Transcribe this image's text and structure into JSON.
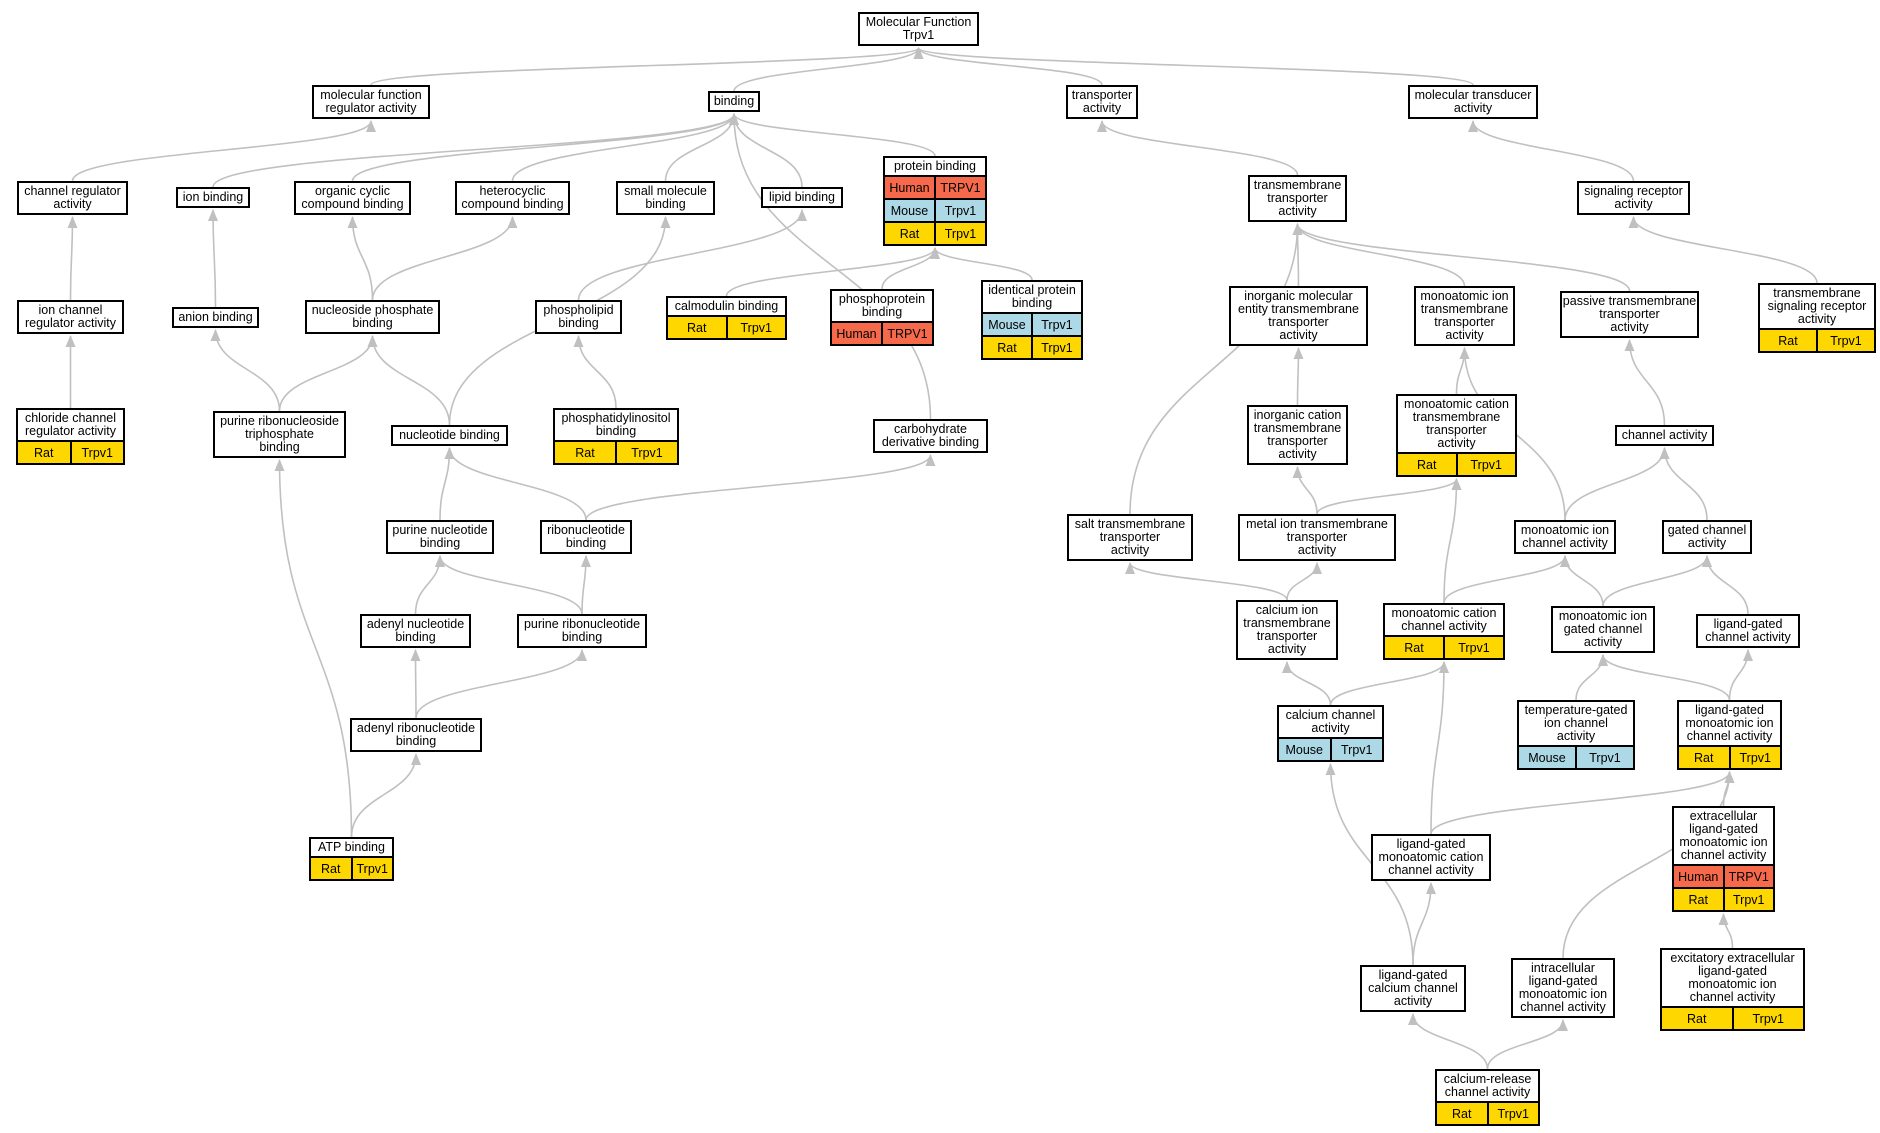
{
  "graph": {
    "colors": {
      "edge": "#c0c0c0",
      "rat": "#ffd700",
      "mouse": "#add8e6",
      "human": "#f66a4b"
    },
    "nodes": {
      "mf": {
        "lines": [
          "Molecular Function",
          "Trpv1"
        ]
      },
      "mfr": {
        "lines": [
          "molecular function",
          "regulator activity"
        ]
      },
      "binding": {
        "lines": [
          "binding"
        ]
      },
      "transporter": {
        "lines": [
          "transporter",
          "activity"
        ]
      },
      "transducer": {
        "lines": [
          "molecular transducer",
          "activity"
        ]
      },
      "chreg": {
        "lines": [
          "channel regulator",
          "activity"
        ]
      },
      "ionbind": {
        "lines": [
          "ion binding"
        ]
      },
      "orgcyc": {
        "lines": [
          "organic cyclic",
          "compound binding"
        ]
      },
      "hetcyc": {
        "lines": [
          "heterocyclic",
          "compound binding"
        ]
      },
      "smallmol": {
        "lines": [
          "small molecule",
          "binding"
        ]
      },
      "lipid": {
        "lines": [
          "lipid binding"
        ]
      },
      "protbind": {
        "lines": [
          "protein binding"
        ],
        "rows": [
          [
            "Human",
            "TRPV1"
          ],
          [
            "Mouse",
            "Trpv1"
          ],
          [
            "Rat",
            "Trpv1"
          ]
        ]
      },
      "tmtrans": {
        "lines": [
          "transmembrane",
          "transporter",
          "activity"
        ]
      },
      "sigrec": {
        "lines": [
          "signaling receptor",
          "activity"
        ]
      },
      "ionchreg": {
        "lines": [
          "ion channel",
          "regulator activity"
        ]
      },
      "anion": {
        "lines": [
          "anion binding"
        ]
      },
      "nucphos": {
        "lines": [
          "nucleoside phosphate",
          "binding"
        ]
      },
      "phospholipid": {
        "lines": [
          "phospholipid",
          "binding"
        ]
      },
      "calmod": {
        "lines": [
          "calmodulin binding"
        ],
        "rows": [
          [
            "Rat",
            "Trpv1"
          ]
        ]
      },
      "phosprot": {
        "lines": [
          "phosphoprotein",
          "binding"
        ],
        "rows": [
          [
            "Human",
            "TRPV1"
          ]
        ]
      },
      "identprot": {
        "lines": [
          "identical protein",
          "binding"
        ],
        "rows": [
          [
            "Mouse",
            "Trpv1"
          ],
          [
            "Rat",
            "Trpv1"
          ]
        ]
      },
      "inorgmol": {
        "lines": [
          "inorganic molecular",
          "entity transmembrane",
          "transporter",
          "activity"
        ]
      },
      "monoion_tm": {
        "lines": [
          "monoatomic ion",
          "transmembrane",
          "transporter",
          "activity"
        ]
      },
      "passive": {
        "lines": [
          "passive transmembrane",
          "transporter",
          "activity"
        ]
      },
      "tmsigrec": {
        "lines": [
          "transmembrane",
          "signaling receptor",
          "activity"
        ],
        "rows": [
          [
            "Rat",
            "Trpv1"
          ]
        ]
      },
      "chlchreg": {
        "lines": [
          "chloride channel",
          "regulator activity"
        ],
        "rows": [
          [
            "Rat",
            "Trpv1"
          ]
        ]
      },
      "purribtri": {
        "lines": [
          "purine ribonucleoside",
          "triphosphate",
          "binding"
        ]
      },
      "nucleotide": {
        "lines": [
          "nucleotide binding"
        ]
      },
      "phosinos": {
        "lines": [
          "phosphatidylinositol",
          "binding"
        ],
        "rows": [
          [
            "Rat",
            "Trpv1"
          ]
        ]
      },
      "carbderiv": {
        "lines": [
          "carbohydrate",
          "derivative binding"
        ]
      },
      "inorgcat": {
        "lines": [
          "inorganic cation",
          "transmembrane",
          "transporter",
          "activity"
        ]
      },
      "monocat_tm": {
        "lines": [
          "monoatomic cation",
          "transmembrane",
          "transporter",
          "activity"
        ],
        "rows": [
          [
            "Rat",
            "Trpv1"
          ]
        ]
      },
      "chanact": {
        "lines": [
          "channel activity"
        ]
      },
      "purnuc": {
        "lines": [
          "purine nucleotide",
          "binding"
        ]
      },
      "ribonuc": {
        "lines": [
          "ribonucleotide",
          "binding"
        ]
      },
      "salttm": {
        "lines": [
          "salt transmembrane",
          "transporter",
          "activity"
        ]
      },
      "metalion": {
        "lines": [
          "metal ion transmembrane",
          "transporter",
          "activity"
        ]
      },
      "monoionch": {
        "lines": [
          "monoatomic ion",
          "channel activity"
        ]
      },
      "gatedch": {
        "lines": [
          "gated channel",
          "activity"
        ]
      },
      "adenylnuc": {
        "lines": [
          "adenyl nucleotide",
          "binding"
        ]
      },
      "purribnuc": {
        "lines": [
          "purine ribonucleotide",
          "binding"
        ]
      },
      "caiontm": {
        "lines": [
          "calcium ion",
          "transmembrane",
          "transporter",
          "activity"
        ]
      },
      "monocatch": {
        "lines": [
          "monoatomic cation",
          "channel activity"
        ],
        "rows": [
          [
            "Rat",
            "Trpv1"
          ]
        ]
      },
      "monoiongated": {
        "lines": [
          "monoatomic ion",
          "gated channel",
          "activity"
        ]
      },
      "liggatedch": {
        "lines": [
          "ligand-gated",
          "channel activity"
        ]
      },
      "adenylribnuc": {
        "lines": [
          "adenyl ribonucleotide",
          "binding"
        ]
      },
      "cachan": {
        "lines": [
          "calcium channel",
          "activity"
        ],
        "rows": [
          [
            "Mouse",
            "Trpv1"
          ]
        ]
      },
      "tempgated": {
        "lines": [
          "temperature-gated",
          "ion channel",
          "activity"
        ],
        "rows": [
          [
            "Mouse",
            "Trpv1"
          ]
        ]
      },
      "lgmonoion": {
        "lines": [
          "ligand-gated",
          "monoatomic ion",
          "channel activity"
        ],
        "rows": [
          [
            "Rat",
            "Trpv1"
          ]
        ]
      },
      "extlg": {
        "lines": [
          "extracellular",
          "ligand-gated",
          "monoatomic ion",
          "channel activity"
        ],
        "rows": [
          [
            "Human",
            "TRPV1"
          ],
          [
            "Rat",
            "Trpv1"
          ]
        ]
      },
      "atp": {
        "lines": [
          "ATP binding"
        ],
        "rows": [
          [
            "Rat",
            "Trpv1"
          ]
        ]
      },
      "lgmonocat": {
        "lines": [
          "ligand-gated",
          "monoatomic cation",
          "channel activity"
        ]
      },
      "lgca": {
        "lines": [
          "ligand-gated",
          "calcium channel",
          "activity"
        ]
      },
      "intralg": {
        "lines": [
          "intracellular",
          "ligand-gated",
          "monoatomic ion",
          "channel activity"
        ]
      },
      "excitlg": {
        "lines": [
          "excitatory extracellular",
          "ligand-gated",
          "monoatomic ion",
          "channel activity"
        ],
        "rows": [
          [
            "Rat",
            "Trpv1"
          ]
        ]
      },
      "carelease": {
        "lines": [
          "calcium-release",
          "channel activity"
        ],
        "rows": [
          [
            "Rat",
            "Trpv1"
          ]
        ]
      }
    },
    "edges": [
      [
        "mfr",
        "mf"
      ],
      [
        "binding",
        "mf"
      ],
      [
        "transporter",
        "mf"
      ],
      [
        "transducer",
        "mf"
      ],
      [
        "chreg",
        "mfr"
      ],
      [
        "ionbind",
        "binding"
      ],
      [
        "orgcyc",
        "binding"
      ],
      [
        "hetcyc",
        "binding"
      ],
      [
        "smallmol",
        "binding"
      ],
      [
        "lipid",
        "binding"
      ],
      [
        "protbind",
        "binding"
      ],
      [
        "carbderiv",
        "binding"
      ],
      [
        "tmtrans",
        "transporter"
      ],
      [
        "sigrec",
        "transducer"
      ],
      [
        "ionchreg",
        "chreg"
      ],
      [
        "anion",
        "ionbind"
      ],
      [
        "nucphos",
        "orgcyc"
      ],
      [
        "nucphos",
        "hetcyc"
      ],
      [
        "phospholipid",
        "lipid"
      ],
      [
        "calmod",
        "protbind"
      ],
      [
        "phosprot",
        "protbind"
      ],
      [
        "identprot",
        "protbind"
      ],
      [
        "inorgmol",
        "tmtrans"
      ],
      [
        "monoion_tm",
        "tmtrans"
      ],
      [
        "passive",
        "tmtrans"
      ],
      [
        "salttm",
        "tmtrans"
      ],
      [
        "tmsigrec",
        "sigrec"
      ],
      [
        "chlchreg",
        "ionchreg"
      ],
      [
        "purribtri",
        "anion"
      ],
      [
        "purribtri",
        "nucphos"
      ],
      [
        "nucleotide",
        "nucphos"
      ],
      [
        "nucleotide",
        "smallmol"
      ],
      [
        "phosinos",
        "phospholipid"
      ],
      [
        "inorgcat",
        "inorgmol"
      ],
      [
        "monocat_tm",
        "monoion_tm"
      ],
      [
        "monoionch",
        "monoion_tm"
      ],
      [
        "chanact",
        "passive"
      ],
      [
        "purnuc",
        "nucleotide"
      ],
      [
        "ribonuc",
        "nucleotide"
      ],
      [
        "ribonuc",
        "carbderiv"
      ],
      [
        "metalion",
        "inorgcat"
      ],
      [
        "metalion",
        "monocat_tm"
      ],
      [
        "monoionch",
        "chanact"
      ],
      [
        "gatedch",
        "chanact"
      ],
      [
        "adenylnuc",
        "purnuc"
      ],
      [
        "purribnuc",
        "purnuc"
      ],
      [
        "purribnuc",
        "ribonuc"
      ],
      [
        "caiontm",
        "salttm"
      ],
      [
        "caiontm",
        "metalion"
      ],
      [
        "monocatch",
        "monocat_tm"
      ],
      [
        "monocatch",
        "monoionch"
      ],
      [
        "monoiongated",
        "monoionch"
      ],
      [
        "monoiongated",
        "gatedch"
      ],
      [
        "liggatedch",
        "gatedch"
      ],
      [
        "adenylribnuc",
        "adenylnuc"
      ],
      [
        "adenylribnuc",
        "purribnuc"
      ],
      [
        "cachan",
        "caiontm"
      ],
      [
        "cachan",
        "monocatch"
      ],
      [
        "tempgated",
        "monoiongated"
      ],
      [
        "lgmonoion",
        "monoiongated"
      ],
      [
        "lgmonoion",
        "liggatedch"
      ],
      [
        "extlg",
        "lgmonoion"
      ],
      [
        "atp",
        "purribtri"
      ],
      [
        "atp",
        "adenylribnuc"
      ],
      [
        "lgmonocat",
        "monocatch"
      ],
      [
        "lgmonocat",
        "lgmonoion"
      ],
      [
        "lgca",
        "cachan"
      ],
      [
        "lgca",
        "lgmonocat"
      ],
      [
        "intralg",
        "lgmonoion"
      ],
      [
        "excitlg",
        "extlg"
      ],
      [
        "carelease",
        "lgca"
      ],
      [
        "carelease",
        "intralg"
      ]
    ]
  }
}
